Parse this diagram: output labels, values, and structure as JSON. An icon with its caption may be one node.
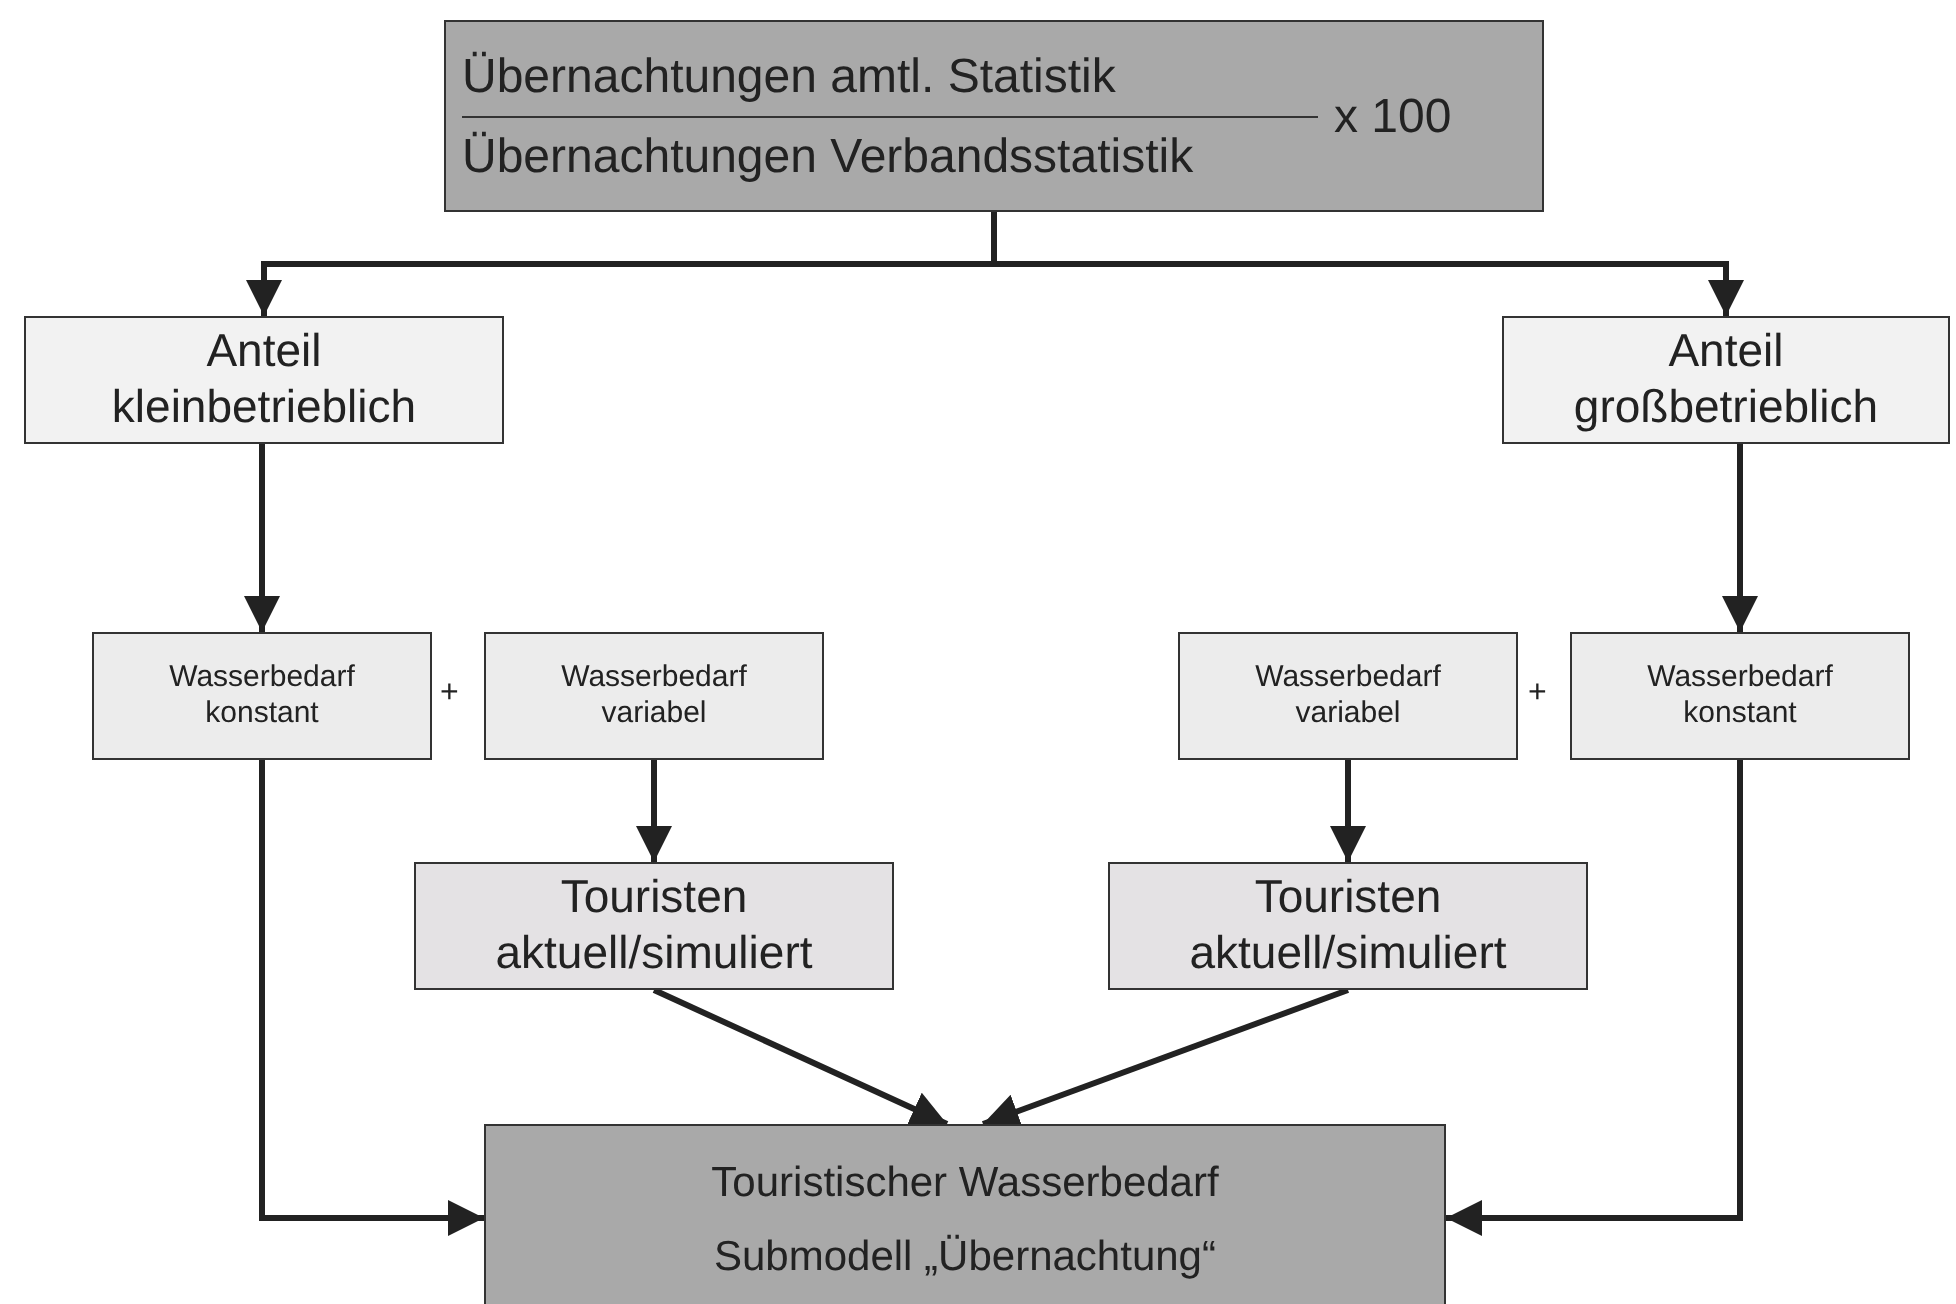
{
  "diagram": {
    "nodes": [
      {
        "text": [
          "Übernachtungen amtl. Statistik",
          "Übernachtungen Verbandsstatistik",
          "x 100"
        ]
      },
      {
        "text": [
          "Anteil kleinbetrieblich"
        ]
      },
      {
        "text": [
          "Anteil großbetrieblich"
        ]
      },
      {
        "text": [
          "Wasserbedarf konstant"
        ]
      },
      {
        "text": [
          "Wasserbedarf variabel"
        ]
      },
      {
        "text": [
          "Touristen aktuell/simuliert"
        ]
      },
      {
        "text": [
          "Wasserbedarf variabel"
        ]
      },
      {
        "text": [
          "Wasserbedarf konstant"
        ]
      },
      {
        "text": [
          "Touristen aktuell/simuliert"
        ]
      },
      {
        "text": [
          "Touristischer Wasserbedarf",
          "Submodell „Übernachtung“"
        ]
      }
    ],
    "edges": [
      {
        "from": 0,
        "to": 1,
        "arrow": "to"
      },
      {
        "from": 0,
        "to": 2,
        "arrow": "to"
      },
      {
        "from": 1,
        "to": 3,
        "arrow": "to"
      },
      {
        "from": 2,
        "to": 7,
        "arrow": "to"
      },
      {
        "from": 4,
        "to": 5,
        "arrow": "to"
      },
      {
        "from": 6,
        "to": 8,
        "arrow": "to"
      },
      {
        "from": 3,
        "to": 9,
        "arrow": "to"
      },
      {
        "from": 5,
        "to": 9,
        "arrow": "to"
      },
      {
        "from": 8,
        "to": 9,
        "arrow": "to"
      },
      {
        "from": 7,
        "to": 9,
        "arrow": "to"
      }
    ],
    "labels": [
      "+",
      "+"
    ]
  }
}
